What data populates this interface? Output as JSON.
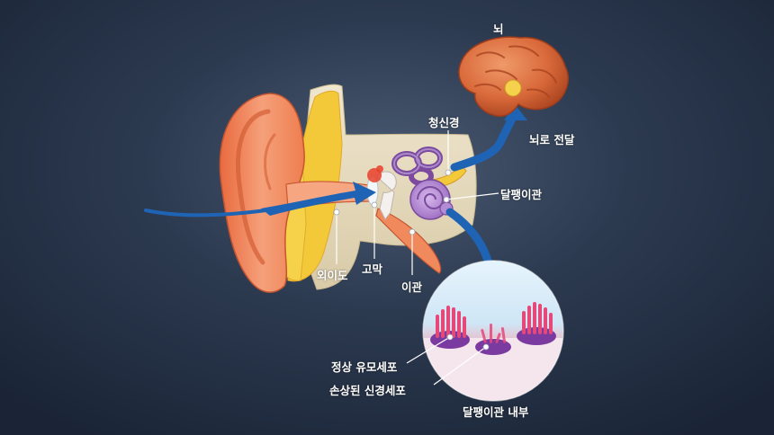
{
  "labels": {
    "brain": "뇌",
    "auditory_nerve": "청신경",
    "to_brain": "뇌로 전달",
    "cochlea": "달팽이관",
    "ear_canal": "외이도",
    "eardrum": "고막",
    "eustachian_tube": "이관",
    "normal_hair_cells": "정상 유모세포",
    "damaged_nerve_cells": "손상된 신경세포",
    "cochlea_inside": "달팽이관 내부"
  },
  "colors": {
    "arrow": "#1f64b4",
    "outer_ear": "#f08a5d",
    "brain": "#d96a3c",
    "cochlea": "#b38ad0",
    "semicircular_canals": "#7d4aa0",
    "hair_cells": "#e6487a"
  }
}
